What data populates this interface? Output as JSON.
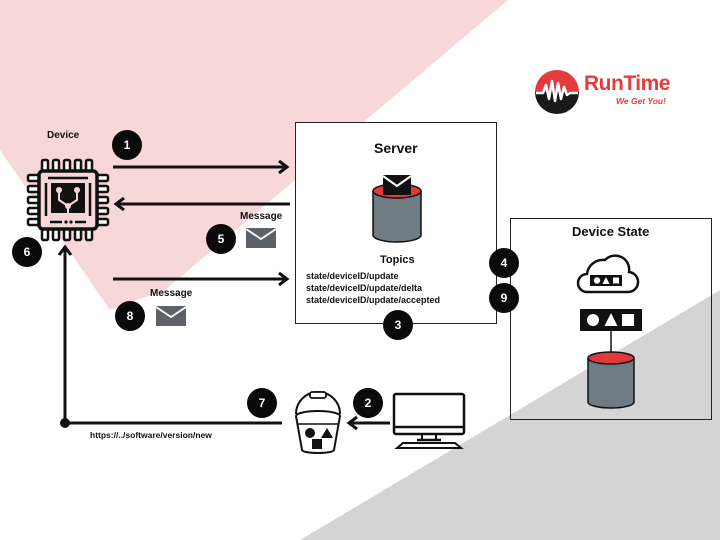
{
  "brand": {
    "name": "RunTime",
    "tagline": "We Get You!",
    "colors": {
      "red": "#e63b3e",
      "dark": "#1a1a1a"
    }
  },
  "colors": {
    "pink_band": "#f8d7d8",
    "gray_band": "#d4d4d4",
    "cylinder_body": "#6f7b83",
    "cylinder_top": "#e0383b",
    "envelope": "#5f6168"
  },
  "device": {
    "label": "Device"
  },
  "server": {
    "title": "Server",
    "topics_heading": "Topics",
    "topics": [
      "state/deviceID/update",
      "state/deviceID/update/delta",
      "state/deviceID/update/accepted"
    ]
  },
  "device_state": {
    "title": "Device State"
  },
  "messages": {
    "label_5": "Message",
    "label_8": "Message"
  },
  "url": {
    "text": "https://../software/version/new"
  },
  "steps": [
    "1",
    "2",
    "3",
    "4",
    "5",
    "6",
    "7",
    "8",
    "9"
  ]
}
